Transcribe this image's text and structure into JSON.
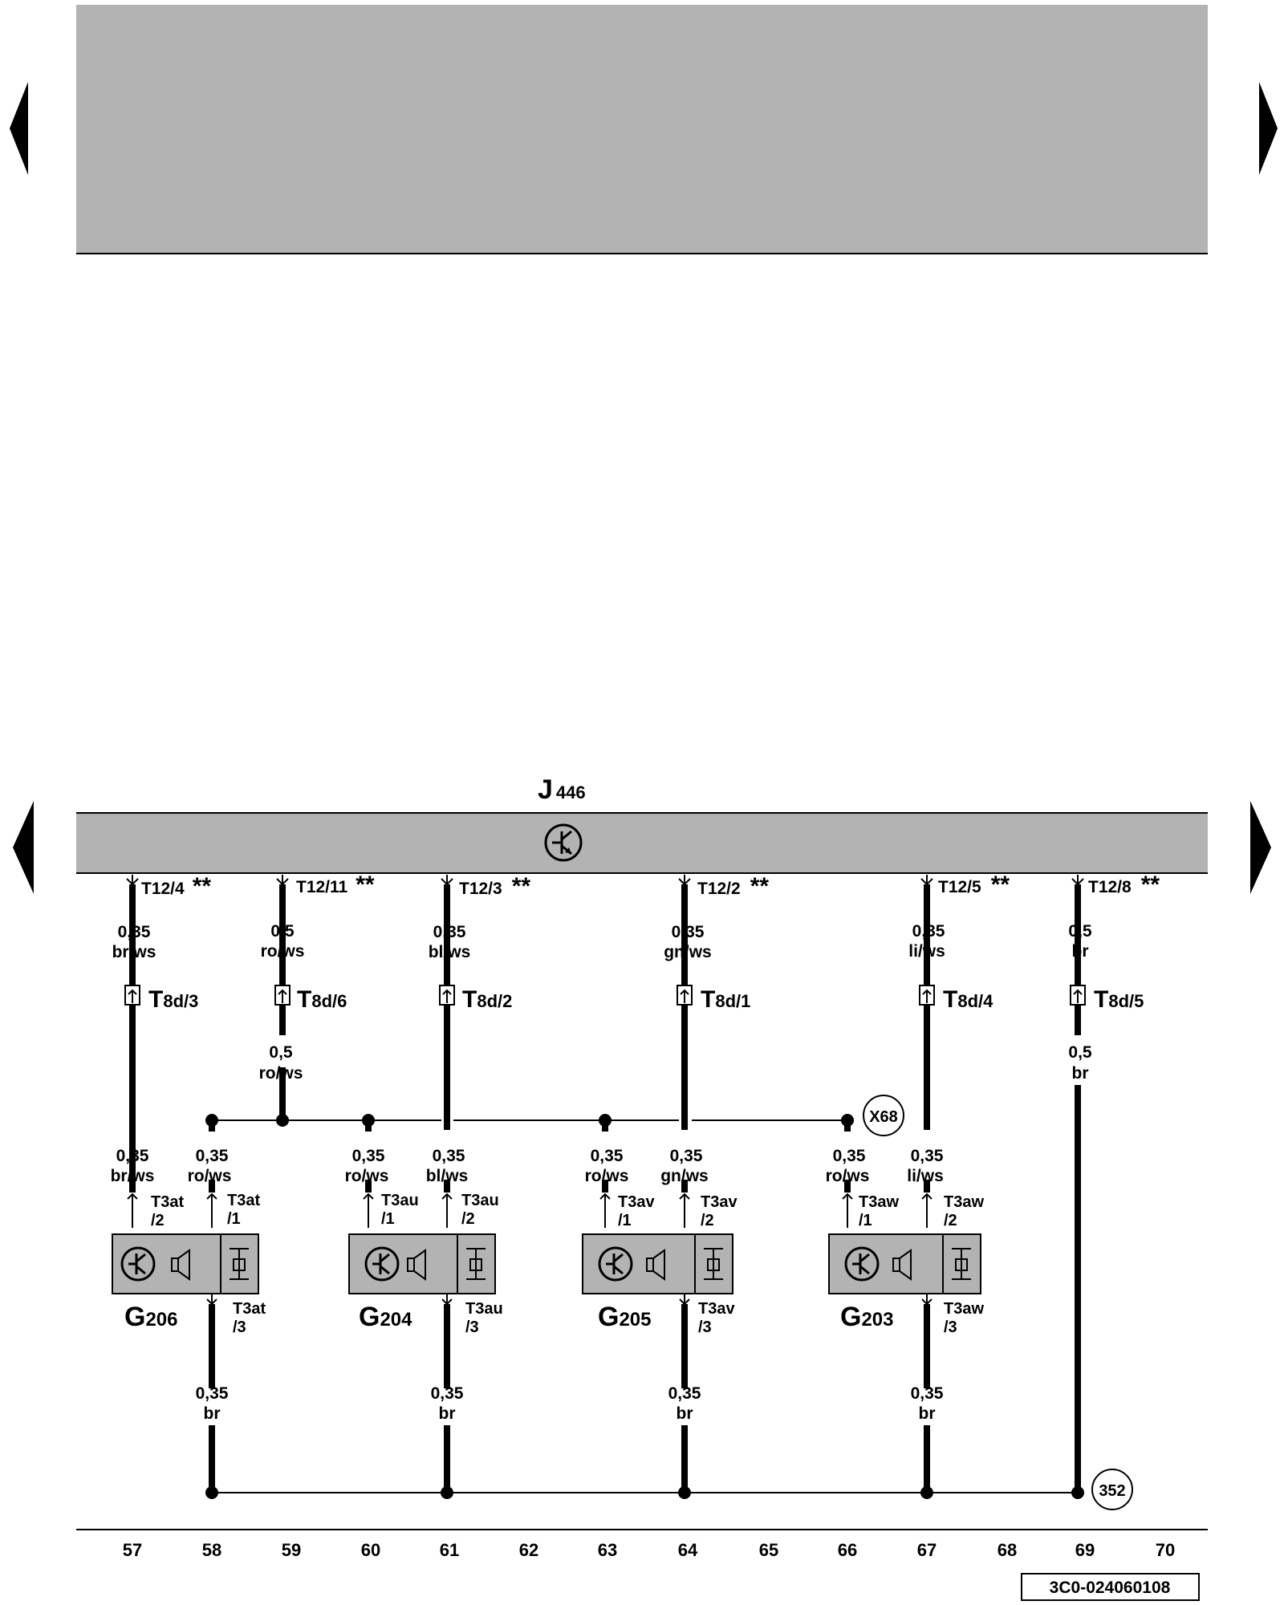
{
  "top_panel": {
    "fill": "#b3b3b3"
  },
  "control_unit": {
    "label": "J",
    "subscript": "446",
    "fill": "#b3b3b3",
    "icon": "sensor-icon"
  },
  "connections": [
    {
      "id": "c57",
      "pin": "T12/4",
      "stars": "**",
      "size": "0,35",
      "color": "br/ws",
      "conn": "T",
      "conn_sub": "8d/3"
    },
    {
      "id": "c59",
      "pin": "T12/11",
      "stars": "**",
      "size": "0,5",
      "color": "ro/ws",
      "conn": "T",
      "conn_sub": "8d/6",
      "size2": "0,5",
      "color2": "ro/ws"
    },
    {
      "id": "c61",
      "pin": "T12/3",
      "stars": "**",
      "size": "0,35",
      "color": "bl/ws",
      "conn": "T",
      "conn_sub": "8d/2"
    },
    {
      "id": "c64",
      "pin": "T12/2",
      "stars": "**",
      "size": "0,35",
      "color": "gn/ws",
      "conn": "T",
      "conn_sub": "8d/1"
    },
    {
      "id": "c67",
      "pin": "T12/5",
      "stars": "**",
      "size": "0,35",
      "color": "li/ws",
      "conn": "T",
      "conn_sub": "8d/4"
    },
    {
      "id": "c69",
      "pin": "T12/8",
      "stars": "**",
      "size": "0,5",
      "color": "br",
      "conn": "T",
      "conn_sub": "8d/5",
      "size2": "0,5",
      "color2": "br"
    }
  ],
  "x68_label": "X68",
  "ground_label": "352",
  "sensors": [
    {
      "name": "G",
      "sub": "206",
      "left_pin": {
        "size": "0,35",
        "color": "br/ws",
        "conn": "T3at",
        "conn2": "/2"
      },
      "right_pin": {
        "size": "0,35",
        "color": "ro/ws",
        "conn": "T3at",
        "conn2": "/1"
      },
      "bottom_pin": {
        "conn": "T3at",
        "conn2": "/3",
        "size": "0,35",
        "color": "br"
      }
    },
    {
      "name": "G",
      "sub": "204",
      "left_pin": {
        "size": "0,35",
        "color": "ro/ws",
        "conn": "T3au",
        "conn2": "/1"
      },
      "right_pin": {
        "size": "0,35",
        "color": "bl/ws",
        "conn": "T3au",
        "conn2": "/2"
      },
      "bottom_pin": {
        "conn": "T3au",
        "conn2": "/3",
        "size": "0,35",
        "color": "br"
      }
    },
    {
      "name": "G",
      "sub": "205",
      "left_pin": {
        "size": "0,35",
        "color": "ro/ws",
        "conn": "T3av",
        "conn2": "/1"
      },
      "right_pin": {
        "size": "0,35",
        "color": "gn/ws",
        "conn": "T3av",
        "conn2": "/2"
      },
      "bottom_pin": {
        "conn": "T3av",
        "conn2": "/3",
        "size": "0,35",
        "color": "br"
      }
    },
    {
      "name": "G",
      "sub": "203",
      "left_pin": {
        "size": "0,35",
        "color": "ro/ws",
        "conn": "T3aw",
        "conn2": "/1"
      },
      "right_pin": {
        "size": "0,35",
        "color": "li/ws",
        "conn": "T3aw",
        "conn2": "/2"
      },
      "bottom_pin": {
        "conn": "T3aw",
        "conn2": "/3",
        "size": "0,35",
        "color": "br"
      }
    }
  ],
  "track_numbers": [
    "57",
    "58",
    "59",
    "60",
    "61",
    "62",
    "63",
    "64",
    "65",
    "66",
    "67",
    "68",
    "69",
    "70"
  ],
  "drawing_number": "3C0-024060108"
}
